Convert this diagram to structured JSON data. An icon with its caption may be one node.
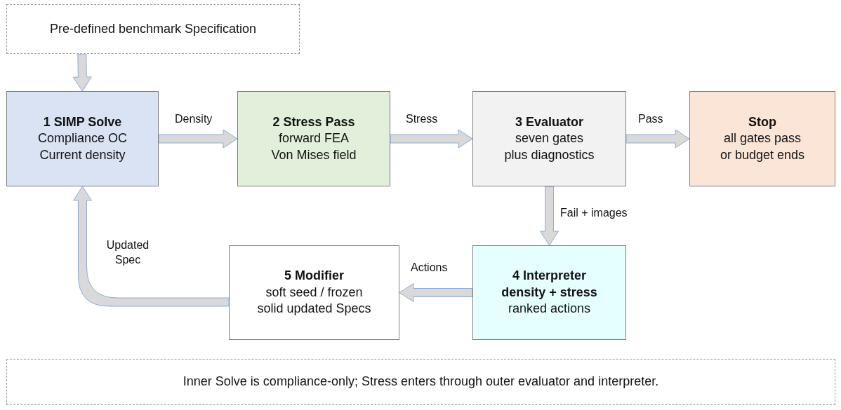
{
  "diagram": {
    "nodes": [
      {
        "text": [
          "Pre-defined benchmark Specification"
        ]
      },
      {
        "text": [
          "1 SIMP Solve",
          "Compliance OC Current density"
        ]
      },
      {
        "text": [
          "2 Stress Pass",
          "forward FEA Von Mises field"
        ]
      },
      {
        "text": [
          "3 Evaluator",
          "seven gates plus diagnostics"
        ]
      },
      {
        "text": [
          "Stop",
          "all gates pass or budget ends"
        ]
      },
      {
        "text": [
          "5 Modifier",
          "soft seed / frozen solid updated Specs"
        ]
      },
      {
        "text": [
          "4 Interpreter",
          "density + stress",
          "ranked actions"
        ]
      },
      {
        "text": [
          "Inner Solve is compliance-only; Stress enters through outer evaluator and interpreter."
        ]
      }
    ],
    "edges": [
      {
        "from": 0,
        "to": 1,
        "arrow": "to"
      },
      {
        "from": 1,
        "to": 2,
        "arrow": "to",
        "label": "Density"
      },
      {
        "from": 2,
        "to": 3,
        "arrow": "to",
        "label": "Stress"
      },
      {
        "from": 3,
        "to": 4,
        "arrow": "to",
        "label": "Pass"
      },
      {
        "from": 3,
        "to": 6,
        "arrow": "to",
        "label": "Fail + images"
      },
      {
        "from": 6,
        "to": 5,
        "arrow": "to",
        "label": "Actions"
      },
      {
        "from": 5,
        "to": 1,
        "arrow": "to",
        "label": "Updated Spec"
      }
    ]
  }
}
